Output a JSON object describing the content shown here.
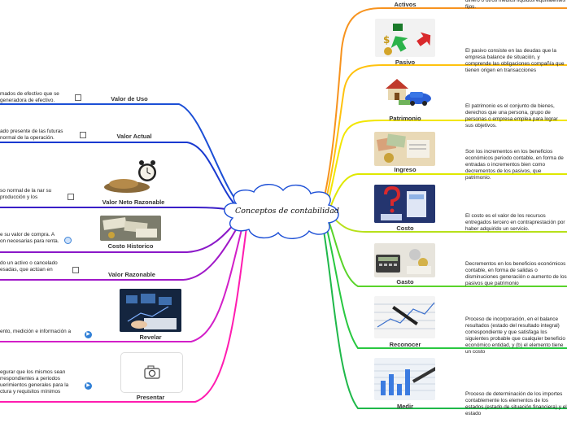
{
  "center": {
    "label": "Conceptos de contabilidad"
  },
  "colors": {
    "orange": "#f7931e",
    "yellow_orange": "#ffc20e",
    "yellow": "#f2e600",
    "lime": "#b7e01a",
    "green1": "#59d42a",
    "green2": "#28c840",
    "blue": "#1c4fd6",
    "indigo": "#3a1fc8",
    "purple": "#8a18c8",
    "magenta": "#d21fc8",
    "pink": "#ff1cb0"
  },
  "right_nodes": [
    {
      "label": "Activos",
      "desc": "dinero o otros medios líquidos equivalentes fijos."
    },
    {
      "label": "Pasivo",
      "desc": "El pasivo consiste en las deudas que la empresa balance de situación, y comprende las obligaciones compañía que tienen origen en transacciones"
    },
    {
      "label": "Patrimonio",
      "desc": "El patrimonio es el conjunto de bienes, derechos que una persona, grupo de personas o empresa emplea para lograr sus objetivos."
    },
    {
      "label": "Ingreso",
      "desc": "Son los incrementos en los beneficios económicos periodo contable, en forma de entradas o incrementos bien como decrementos de los pasivos, que patrimonio."
    },
    {
      "label": "Costo",
      "desc": "El costo es el valor de los recursos entregados tercero en contraprestación por haber adquirido un servicio."
    },
    {
      "label": "Gasto",
      "desc": "Decrementos en los beneficios económicos contable, en forma de salidas o disminuciones generación o aumento de los pasivos que patrimonio"
    },
    {
      "label": "Reconocer",
      "desc": "Proceso de incorporación, en el balance resultados (estado del resultado integral) correspondiente y que satisfaga los siguientes probable que cualquier beneficio económico entidad, y (b) el elemento tiene un costo"
    },
    {
      "label": "Medir",
      "desc": "Proceso de determinación de los importes contablemente los elementos de los estados (estado de situación financiera) y el estado"
    }
  ],
  "left_nodes": [
    {
      "label": "Valor de Uso",
      "desc": "mados de efectivo que se generadora de efectivo."
    },
    {
      "label": "Valor Actual",
      "desc": "ado presente de las futuras normal de la operación."
    },
    {
      "label": "Valor Neto Razonable",
      "desc": "so normal de la nar su producción y los"
    },
    {
      "label": "Costo Historico",
      "desc": "e su valor de compra. A on necesarias para renta."
    },
    {
      "label": "Valor Razonable",
      "desc": "do un activo o cancelado esadas, que actúan en"
    },
    {
      "label": "Revelar",
      "desc": "ento, medición e información a"
    },
    {
      "label": "Presentar",
      "desc": "egurar que los mismos sean rrespondientes a periodos uerimientos generales para la ctura y requisitos mínimos"
    }
  ]
}
